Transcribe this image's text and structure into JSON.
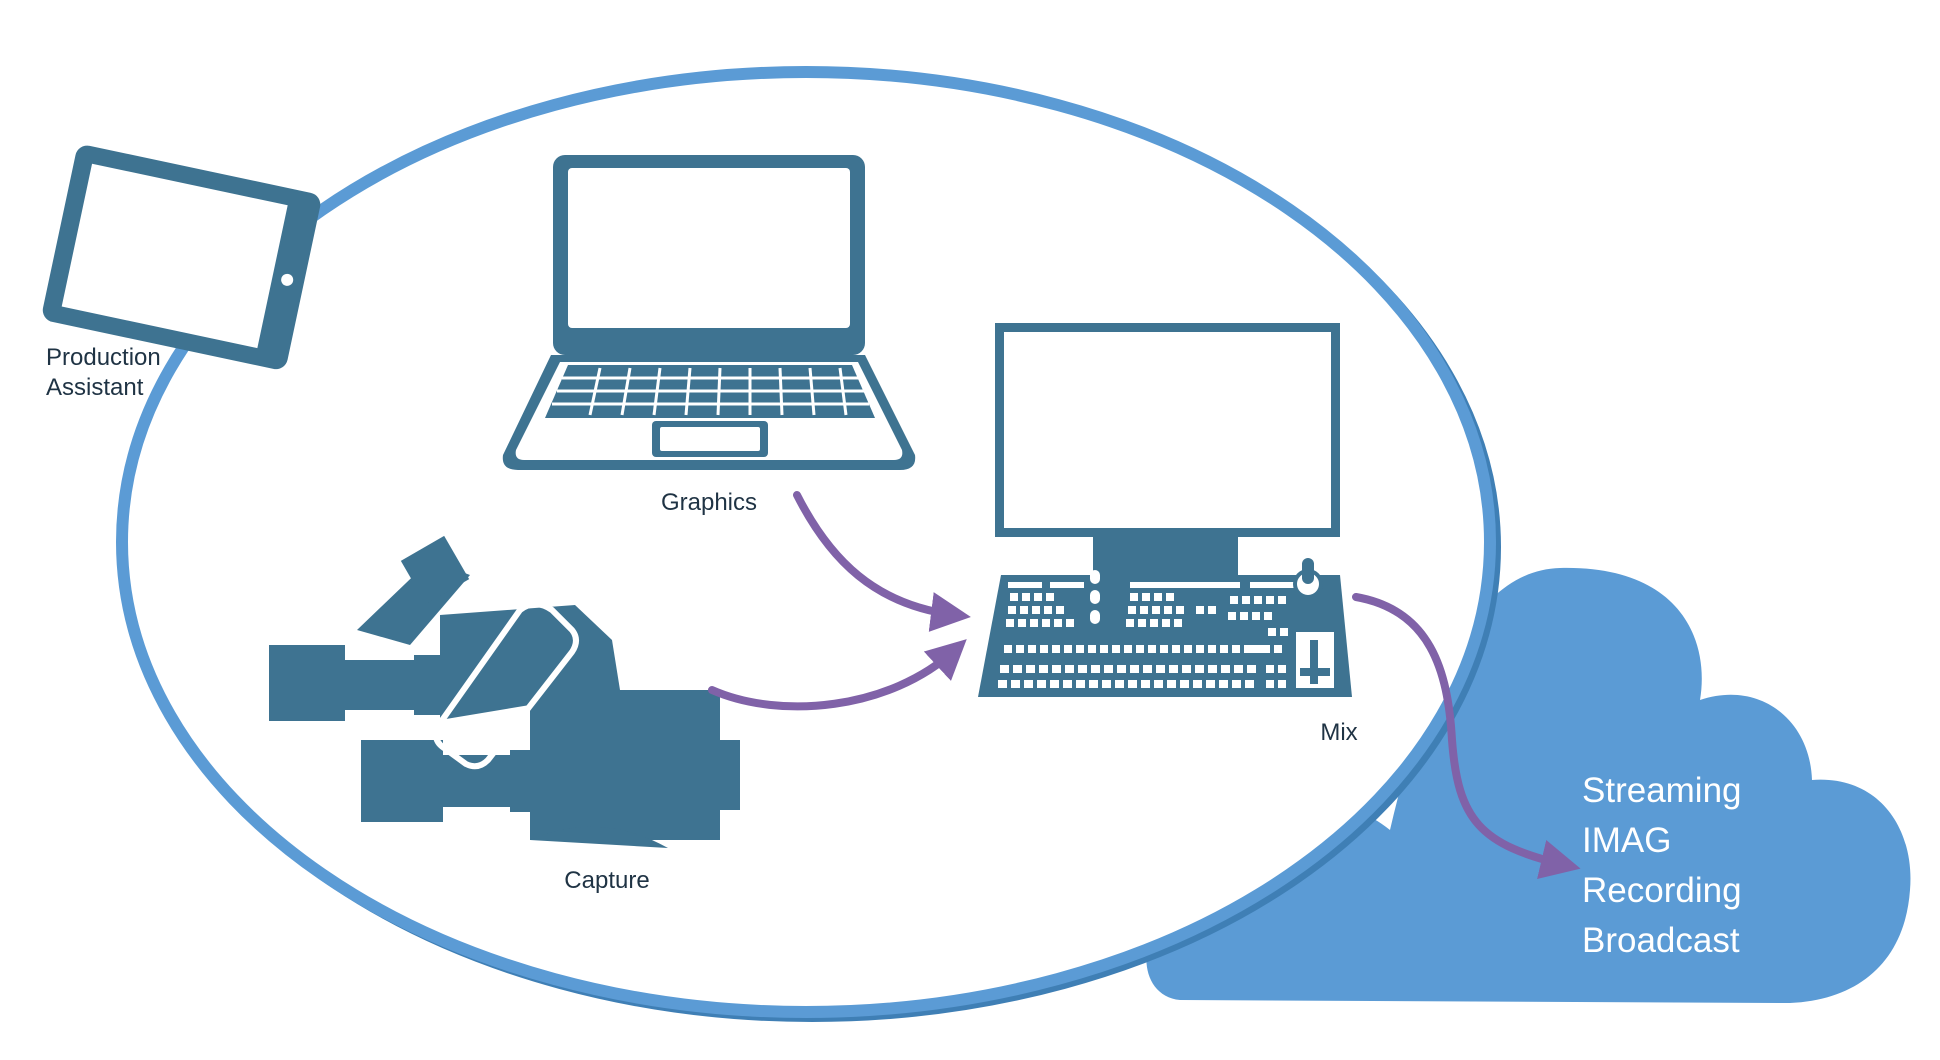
{
  "labels": {
    "production_assistant": [
      "Production",
      "Assistant"
    ],
    "graphics": "Graphics",
    "capture": "Capture",
    "mix": "Mix"
  },
  "outputs": [
    "Streaming",
    "IMAG",
    "Recording",
    "Broadcast"
  ],
  "colors": {
    "ellipse_stroke": "#5b9bd5",
    "ellipse_shadow": "#3f7fb5",
    "cloud": "#5b9bd5",
    "device": "#3e7391",
    "arrow": "#8062a8",
    "text": "#1f3344"
  },
  "icons": {
    "tablet": "tablet-icon",
    "laptop": "laptop-icon",
    "cameras": "camera-icon",
    "mixer": "video-switcher-icon",
    "cloud": "cloud-icon"
  }
}
